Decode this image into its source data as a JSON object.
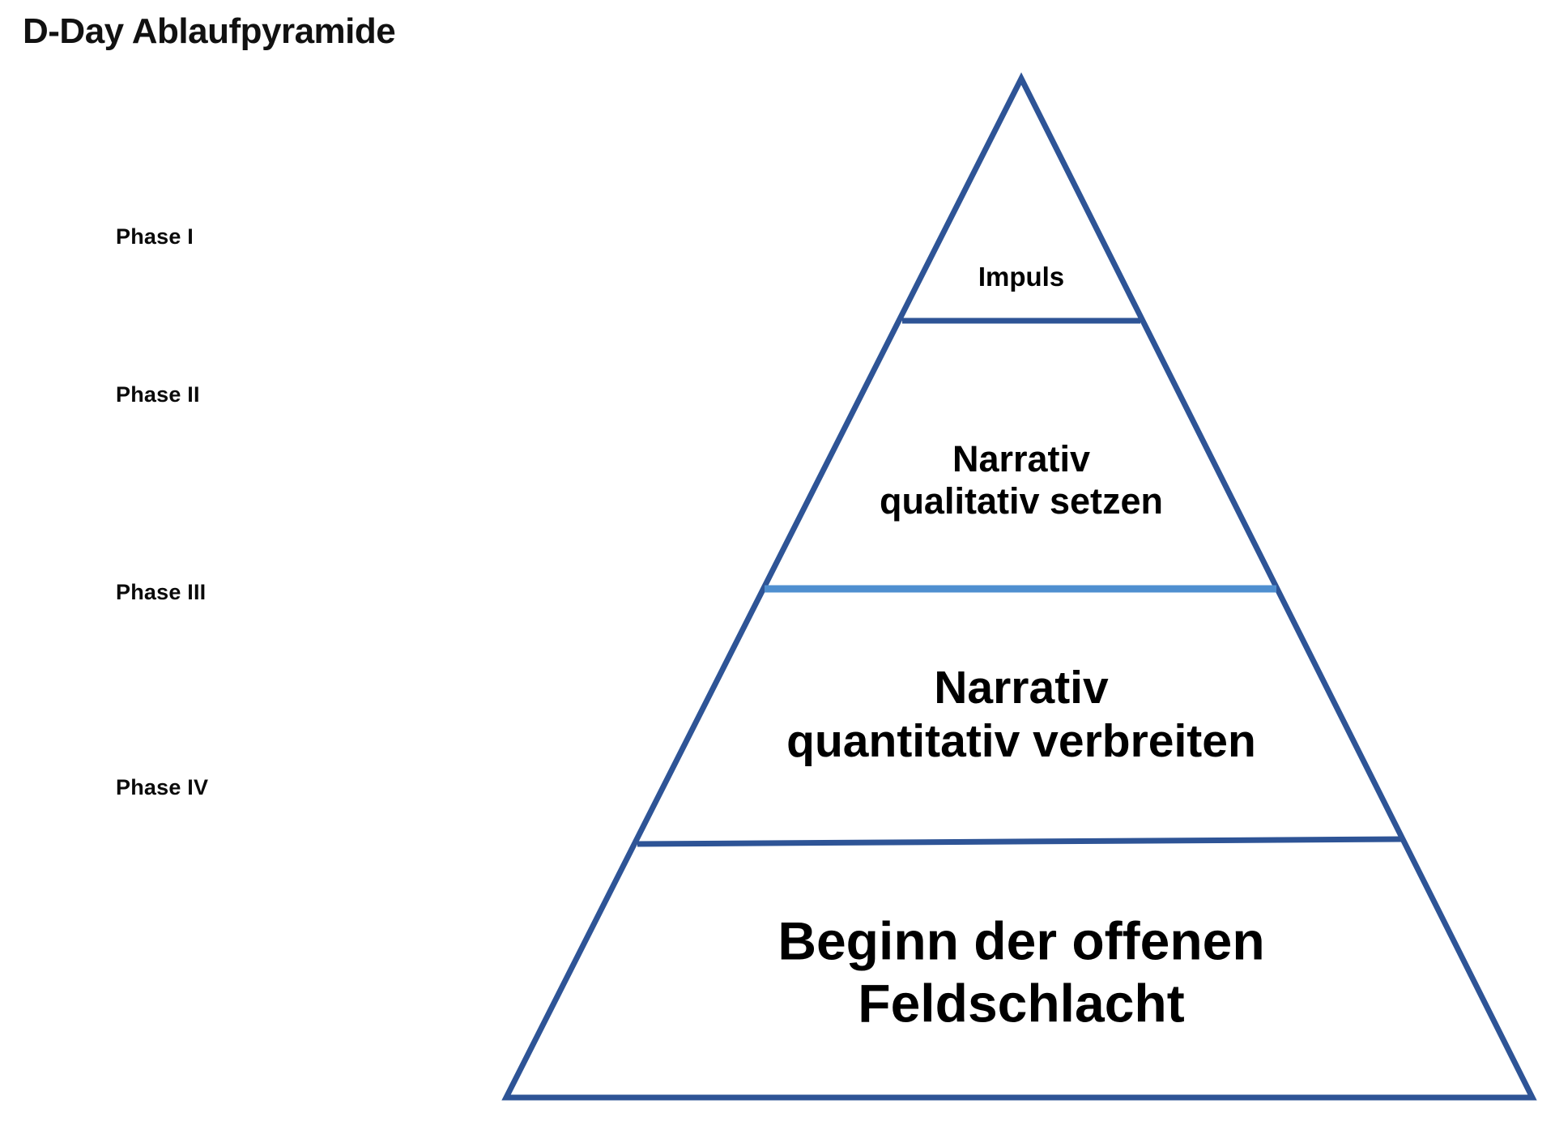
{
  "page": {
    "title": "D-Day Ablaufpyramide",
    "background_color": "#ffffff"
  },
  "colors": {
    "outline_blue": "#2e5496",
    "divider_dark_blue": "#2e5496",
    "divider_light_blue": "#4f8fd0",
    "text_black": "#000000"
  },
  "phases": [
    {
      "label": "Phase I"
    },
    {
      "label": "Phase II"
    },
    {
      "label": "Phase III"
    },
    {
      "label": "Phase IV"
    }
  ],
  "pyramid": {
    "tiers": [
      {
        "level": 1,
        "text": "Impuls"
      },
      {
        "level": 2,
        "text": "Narrativ\nqualitativ setzen"
      },
      {
        "level": 3,
        "text": "Narrativ\nquantitativ verbreiten"
      },
      {
        "level": 4,
        "text": "Beginn der offenen\nFeldschlacht"
      }
    ]
  }
}
